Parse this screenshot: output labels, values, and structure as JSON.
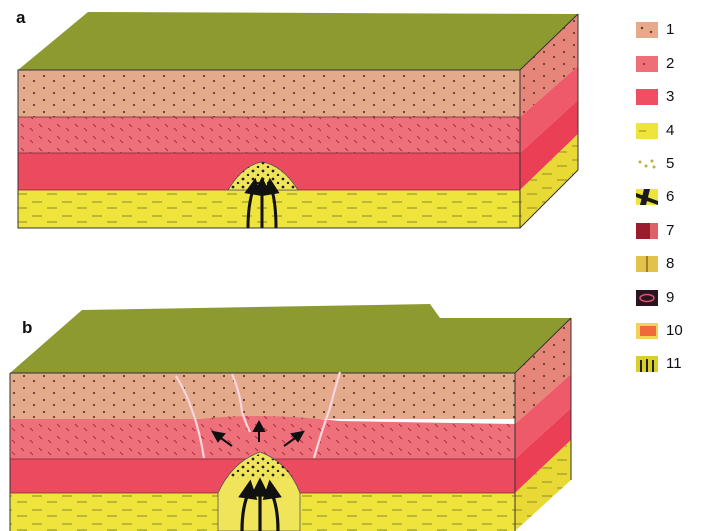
{
  "panels": [
    {
      "label": "a"
    },
    {
      "label": "b"
    }
  ],
  "legend": [
    {
      "number": "1",
      "icon": "sandstone-dotted-swatch",
      "color": "#e6a98a"
    },
    {
      "number": "2",
      "icon": "red-dotted-swatch",
      "color": "#ef6f78"
    },
    {
      "number": "3",
      "icon": "red-dashed-swatch",
      "color": "#ee4f62"
    },
    {
      "number": "4",
      "icon": "yellow-dashed-swatch",
      "color": "#efe43a"
    },
    {
      "number": "5",
      "icon": "dotted-yellow-swatch",
      "color": "#f2ea7a"
    },
    {
      "number": "6",
      "icon": "black-yellow-fault-swatch",
      "color": "#1a1a1a"
    },
    {
      "number": "7",
      "icon": "dark-red-swatch",
      "color": "#9b1c2c"
    },
    {
      "number": "8",
      "icon": "yellow-brown-swatch",
      "color": "#e2c24a"
    },
    {
      "number": "9",
      "icon": "black-lens-swatch",
      "color": "#2a1420"
    },
    {
      "number": "10",
      "icon": "orange-red-swatch",
      "color": "#f06a3c"
    },
    {
      "number": "11",
      "icon": "fluid-arrows-swatch",
      "color": "#d8cf2c"
    }
  ],
  "colors": {
    "ground_surface": "#8c9a30",
    "layer1": "#e3ab8c",
    "layer2": "#ee707a",
    "layer3": "#ec4a5e",
    "layer4": "#eee43c",
    "side_layer1": "#e6867a",
    "side_layer2": "#ee5a6a",
    "side_layer3": "#eb3f55",
    "side_layer4": "#e8d934",
    "fracture": "#f5d6de",
    "arrow": "#111111"
  }
}
